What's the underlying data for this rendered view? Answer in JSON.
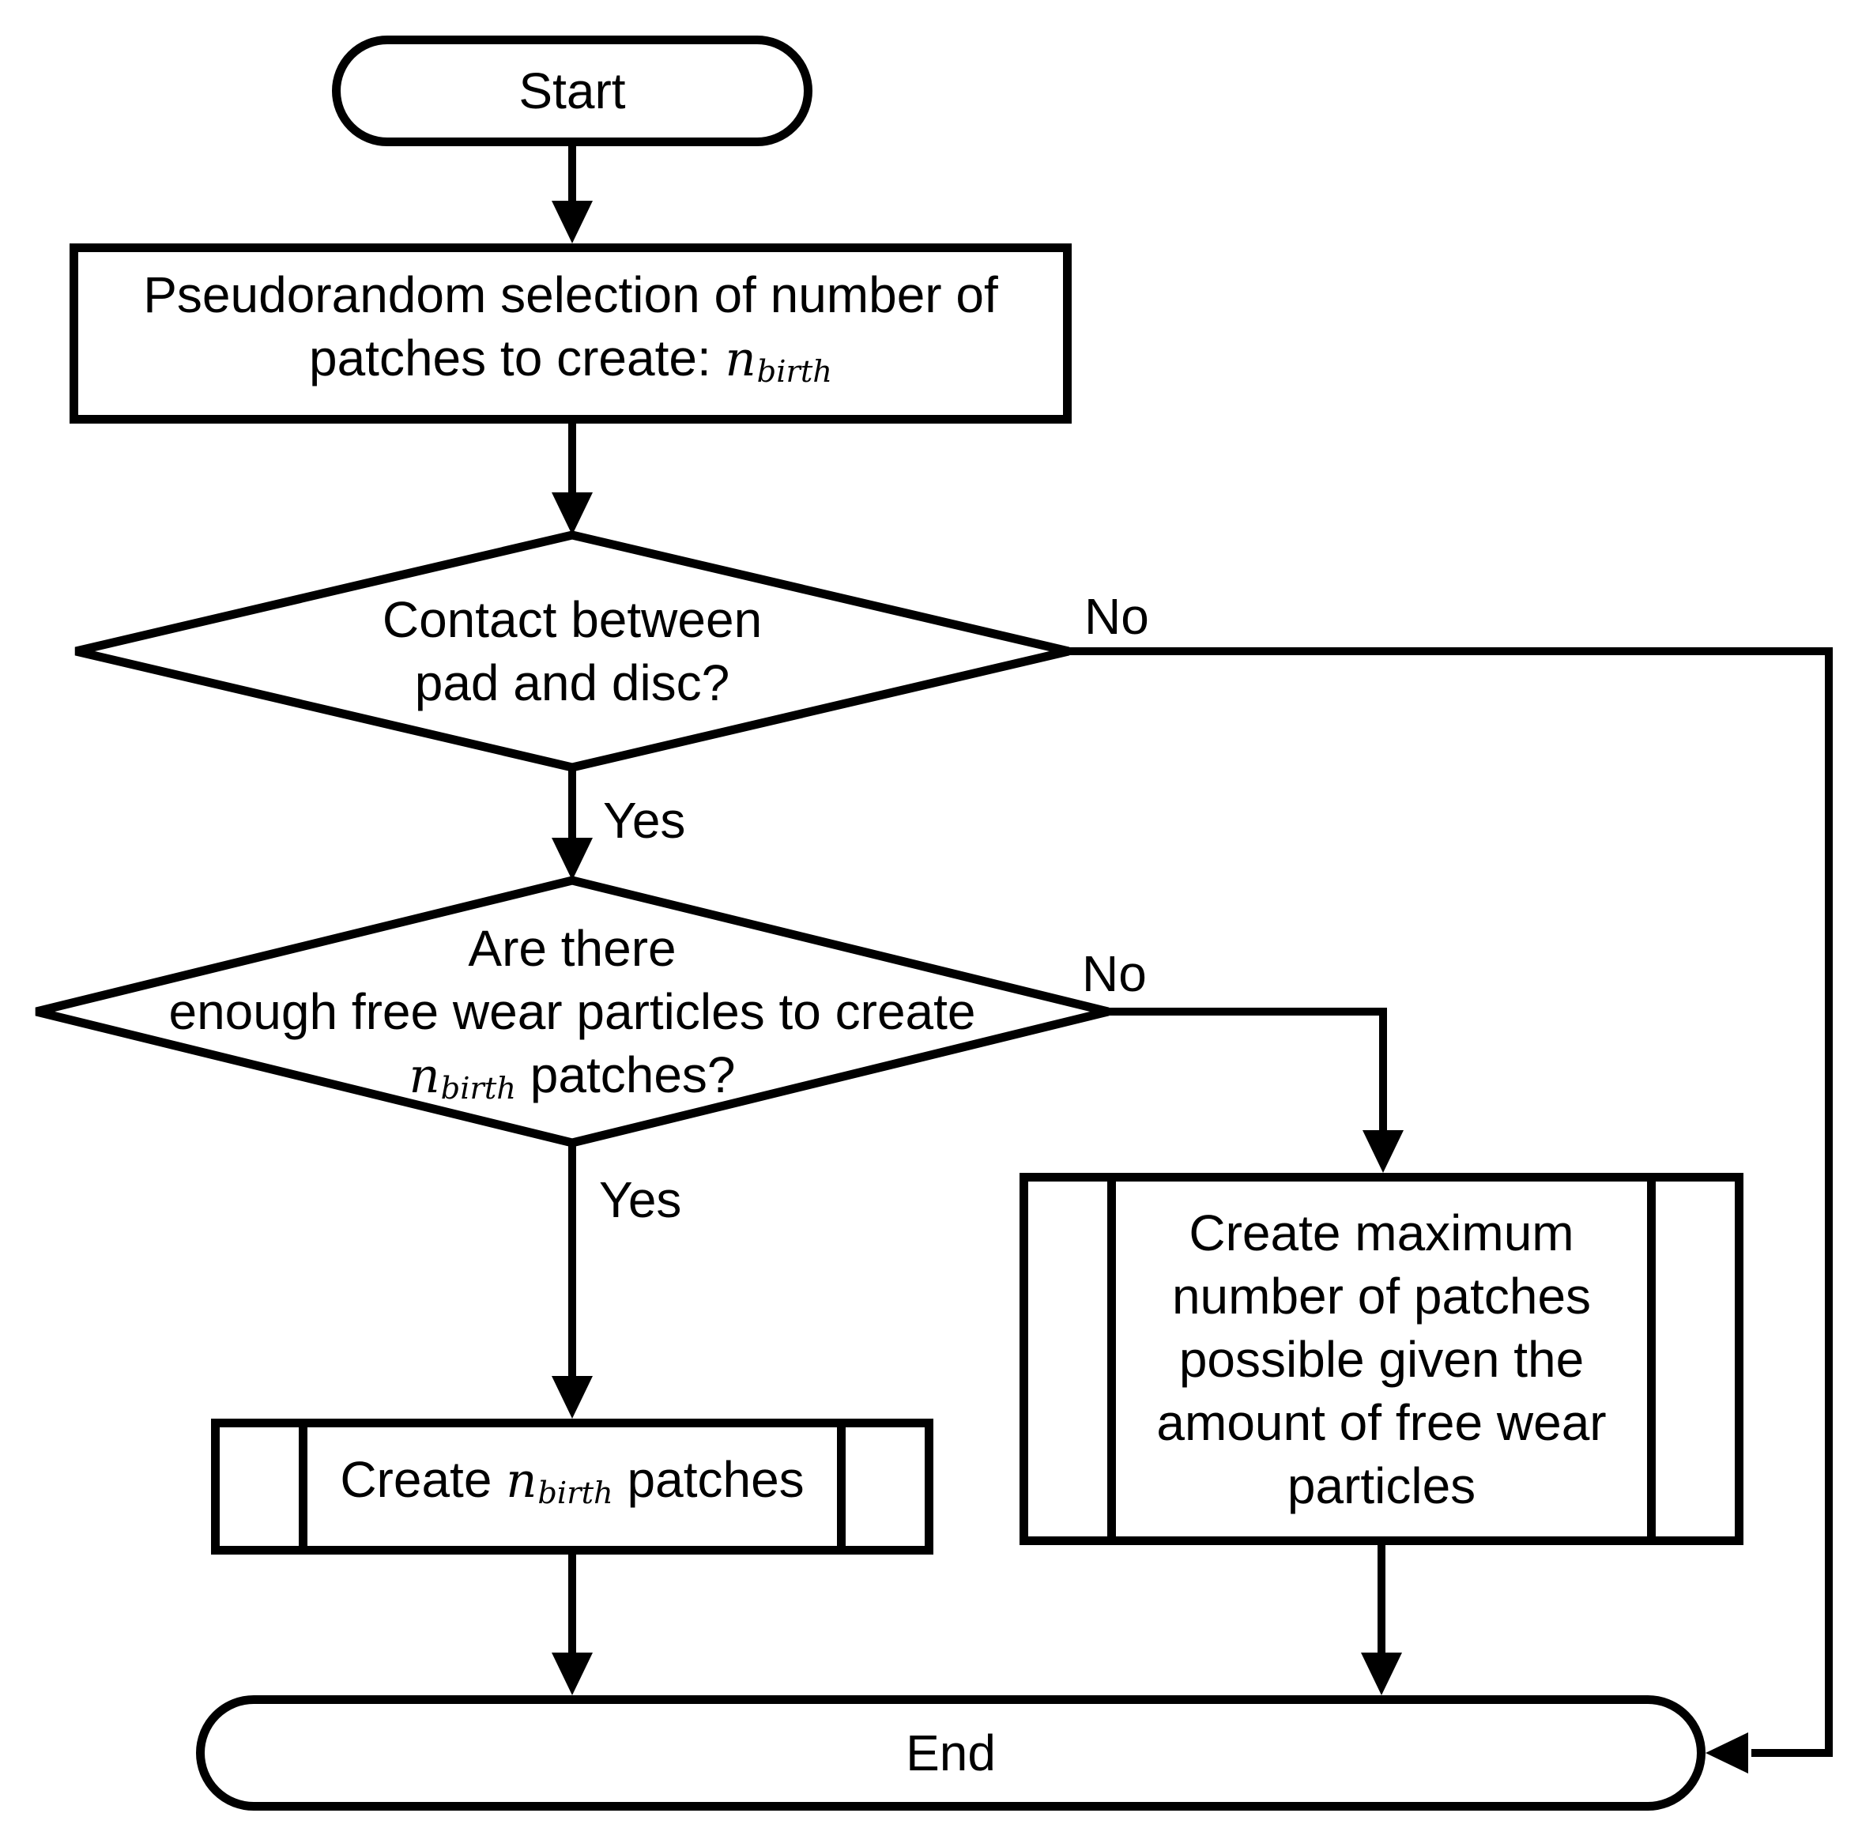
{
  "diagram": {
    "kind": "flowchart",
    "colors": {
      "ink": "#000000",
      "paper": "#ffffff"
    }
  },
  "nodes": {
    "start": {
      "label": "Start"
    },
    "select_patches": {
      "line1": "Pseudorandom selection of number of",
      "line2_prefix": "patches to create: ",
      "math_var": "n",
      "math_sub": "birth"
    },
    "contact_decision": {
      "line1": "Contact between",
      "line2": "pad and disc?"
    },
    "enough_particles_decision": {
      "line1": "Are there",
      "line2": "enough free wear particles to create",
      "math_var": "n",
      "math_sub": "birth",
      "line3_suffix": " patches?"
    },
    "create_nbirth": {
      "prefix": "Create ",
      "math_var": "n",
      "math_sub": "birth",
      "suffix": " patches"
    },
    "create_max": {
      "lines": [
        "Create maximum",
        "number of patches",
        "possible given the",
        "amount of free wear",
        "particles"
      ]
    },
    "end": {
      "label": "End"
    }
  },
  "edge_labels": {
    "contact_no": "No",
    "contact_yes": "Yes",
    "enough_no": "No",
    "enough_yes": "Yes"
  }
}
